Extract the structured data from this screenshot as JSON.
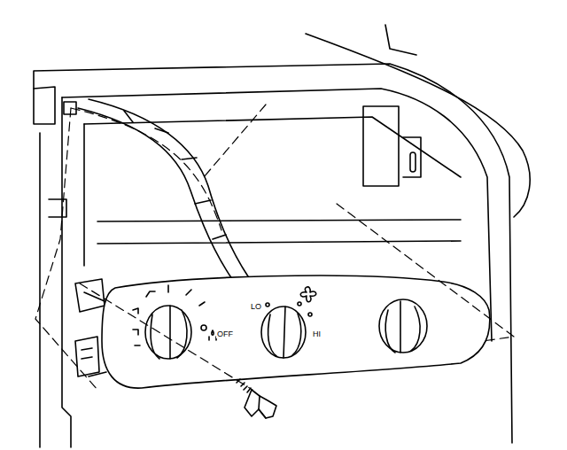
{
  "diagram": {
    "labels": [
      "LO",
      "OFF",
      "HI"
    ]
  }
}
